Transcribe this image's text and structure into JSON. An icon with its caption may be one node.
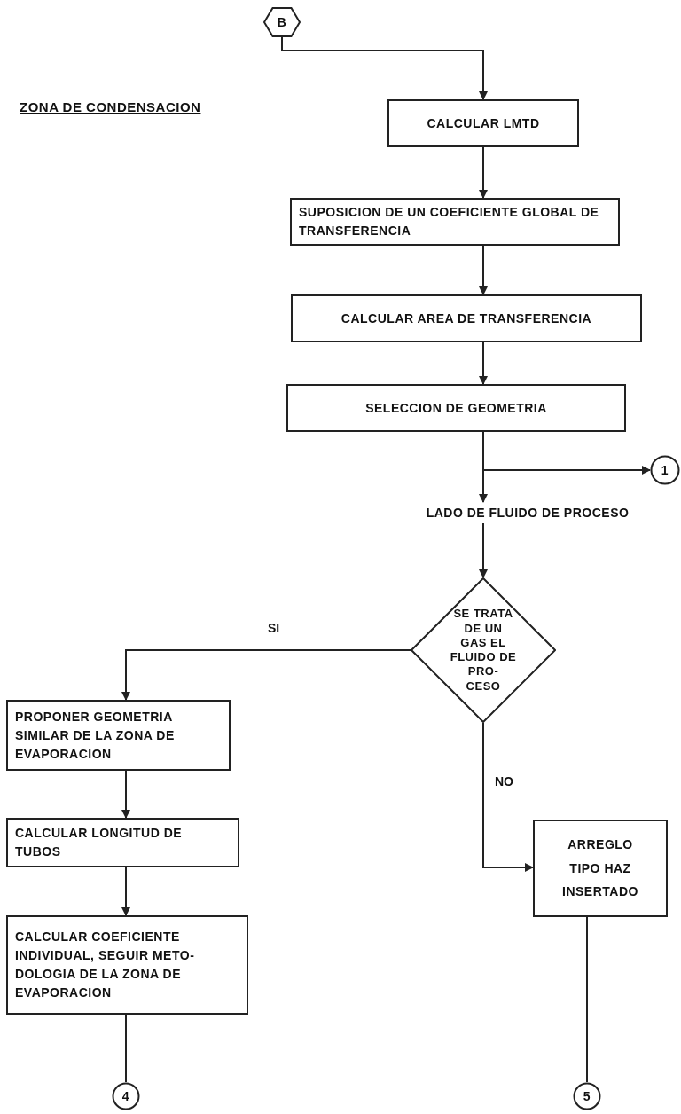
{
  "diagram": {
    "title": "ZONA DE CONDENSACION",
    "nodes": [
      {
        "text": [
          "B"
        ]
      },
      {
        "text": [
          "CALCULAR LMTD"
        ]
      },
      {
        "text": [
          "SUPOSICION DE UN COEFICIENTE GLOBAL DE TRANSFERENCIA"
        ]
      },
      {
        "text": [
          "CALCULAR AREA DE TRANSFERENCIA"
        ]
      },
      {
        "text": [
          "SELECCION DE GEOMETRIA"
        ]
      },
      {
        "text": [
          "1"
        ]
      },
      {
        "text": [
          "LADO DE FLUIDO DE PROCESO"
        ]
      },
      {
        "text": [
          "SE TRATA DE UN GAS EL FLUIDO DE PRO- CESO"
        ]
      },
      {
        "text": [
          "PROPONER GEOMETRIA SIMILAR DE LA ZONA DE EVAPORACION"
        ]
      },
      {
        "text": [
          "CALCULAR LONGITUD DE TUBOS"
        ]
      },
      {
        "text": [
          "CALCULAR COEFICIENTE INDIVIDUAL, SEGUIR METO- DOLOGIA DE LA ZONA DE EVAPORACION"
        ]
      },
      {
        "text": [
          "ARREGLO TIPO HAZ INSERTADO"
        ]
      },
      {
        "text": [
          "4"
        ]
      },
      {
        "text": [
          "5"
        ]
      }
    ],
    "edges": [
      {
        "from": 0,
        "to": 1,
        "arrow": "to"
      },
      {
        "from": 1,
        "to": 2,
        "arrow": "to"
      },
      {
        "from": 2,
        "to": 3,
        "arrow": "to"
      },
      {
        "from": 3,
        "to": 4,
        "arrow": "to"
      },
      {
        "from": 4,
        "to": 5,
        "arrow": "to"
      },
      {
        "from": 4,
        "to": 6,
        "arrow": "to"
      },
      {
        "from": 6,
        "to": 7,
        "arrow": "to"
      },
      {
        "from": 7,
        "to": 8,
        "arrow": "to",
        "label": "SI"
      },
      {
        "from": 7,
        "to": 11,
        "arrow": "to",
        "label": "NO"
      },
      {
        "from": 8,
        "to": 9,
        "arrow": "to"
      },
      {
        "from": 9,
        "to": 10,
        "arrow": "to"
      },
      {
        "from": 10,
        "to": 12,
        "arrow": "none"
      },
      {
        "from": 11,
        "to": 13,
        "arrow": "none"
      }
    ]
  }
}
